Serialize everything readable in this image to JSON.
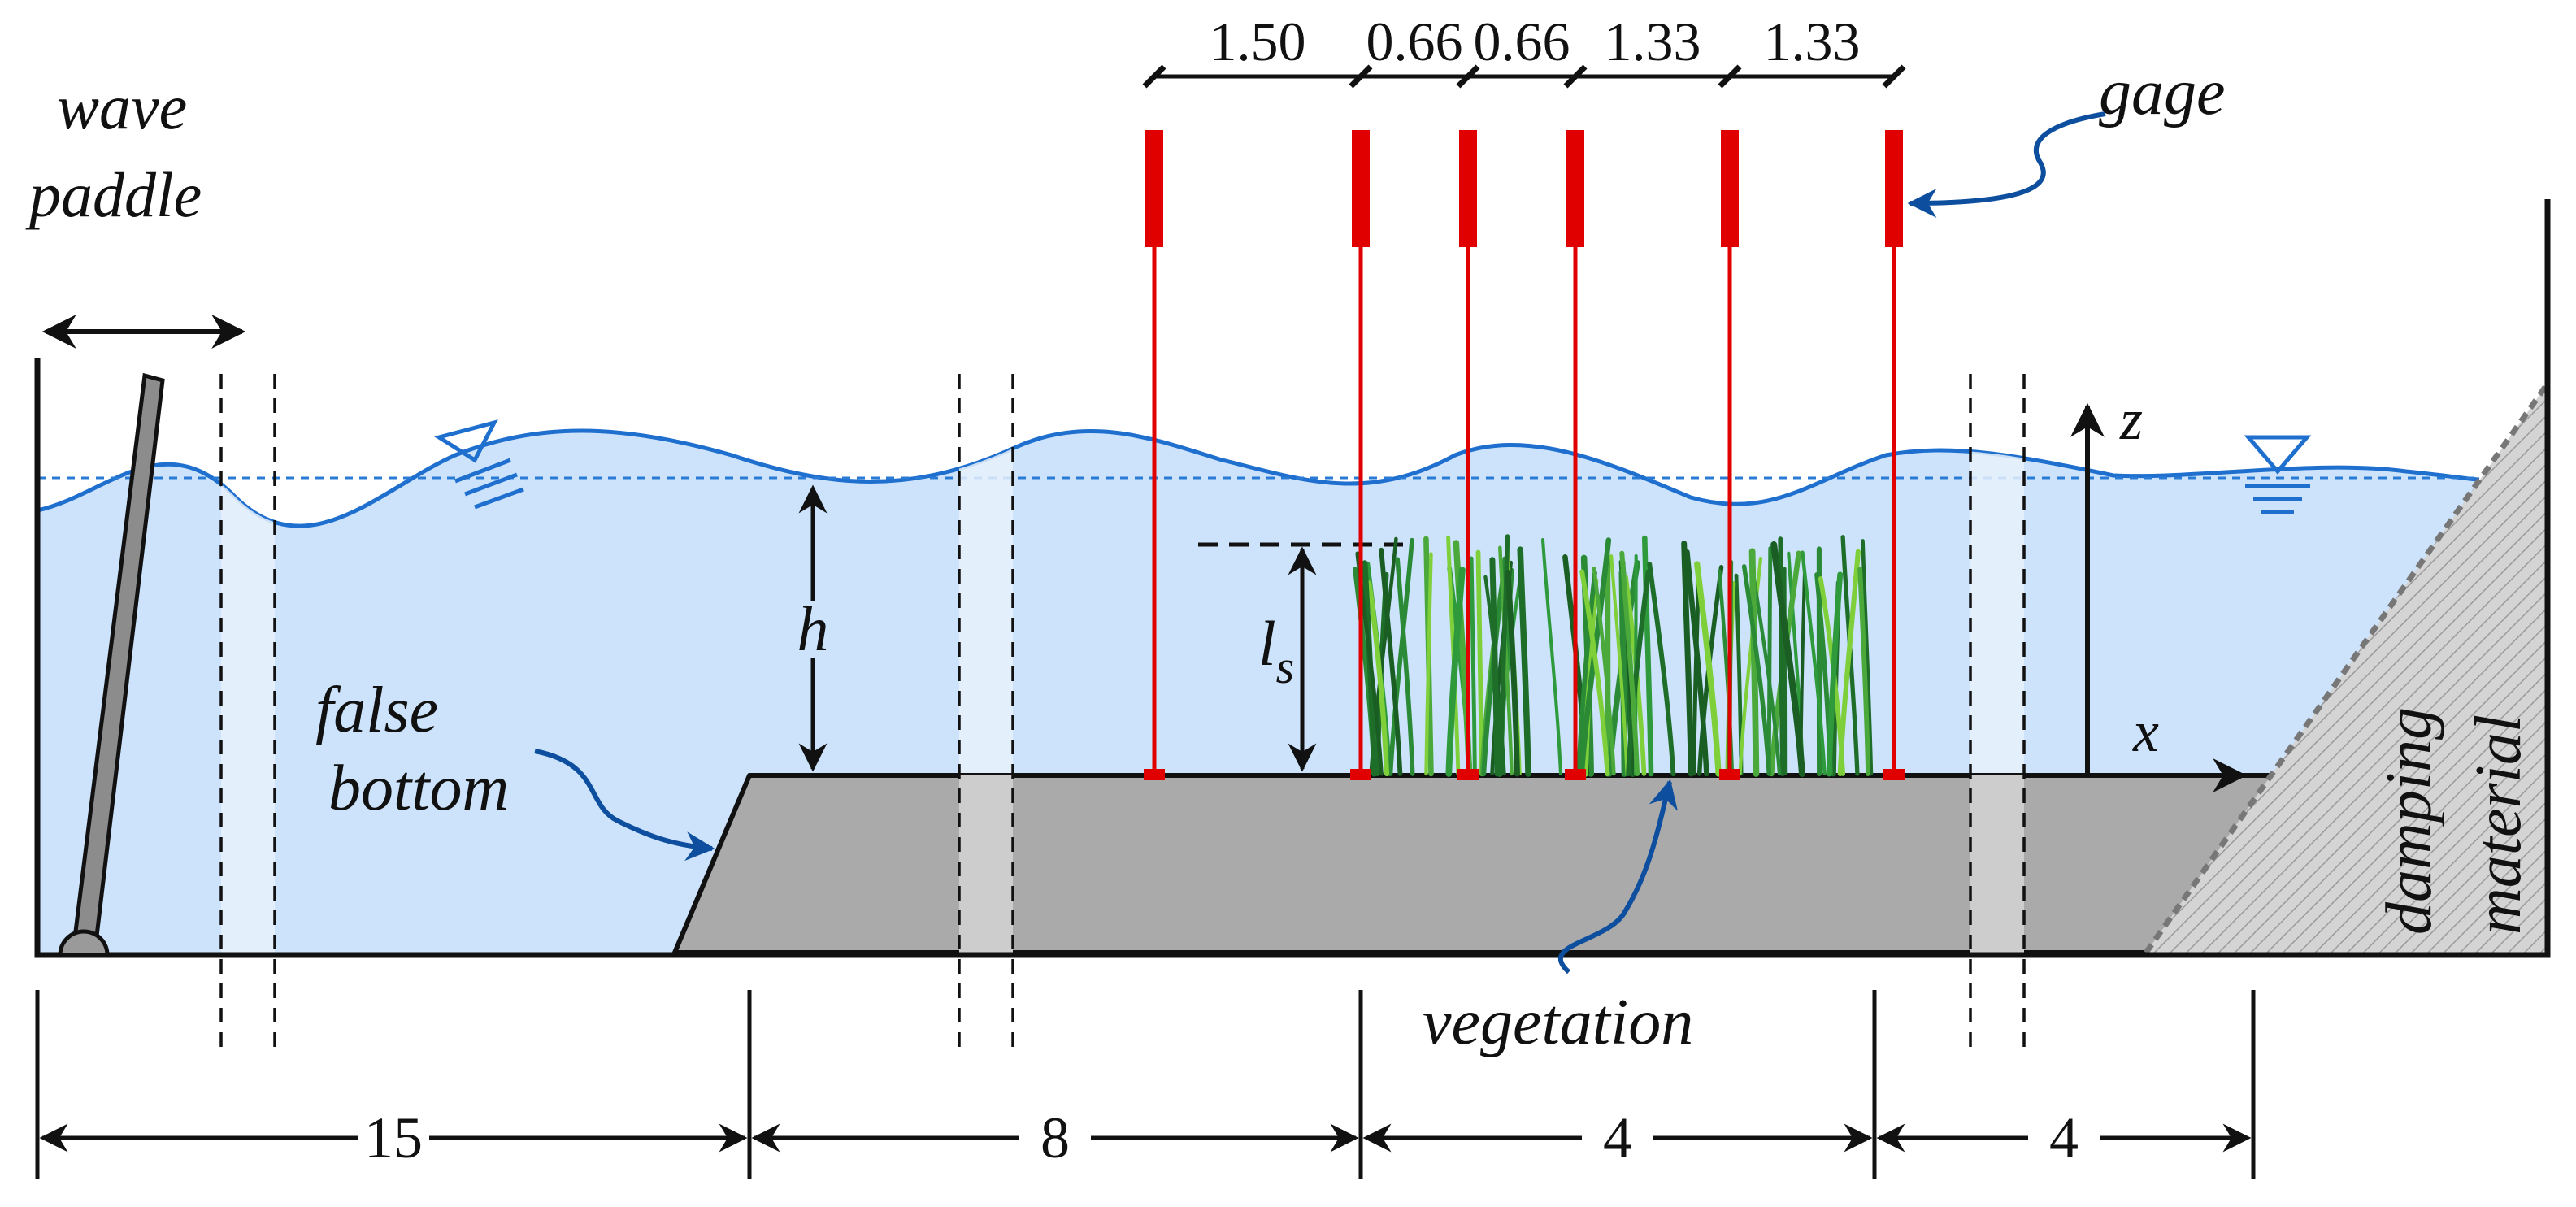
{
  "labels": {
    "wave_paddle_line1": "wave",
    "wave_paddle_line2": "paddle",
    "gage": "gage",
    "false_bottom_line1": "false",
    "false_bottom_line2": "bottom",
    "vegetation": "vegetation",
    "damping_line1": "damping",
    "damping_line2": "material",
    "h": "h",
    "ls_main": "l",
    "ls_sub": "s",
    "z_axis": "z",
    "x_axis": "x"
  },
  "gage_spacings": [
    "1.50",
    "0.66",
    "0.66",
    "1.33",
    "1.33"
  ],
  "bottom_dimensions": [
    "15",
    "8",
    "4",
    "4"
  ],
  "colors": {
    "water": "#cce3fb",
    "water_line": "#1f6fcf",
    "false_bottom": "#aaaaaa",
    "gage": "#e00000",
    "annotation_arrow": "#0d4f9e",
    "grass_dark": "#1e6e2a",
    "grass_mid": "#2e9a3c",
    "grass_light": "#7fcf3a",
    "hatch": "#bdbdbd"
  }
}
